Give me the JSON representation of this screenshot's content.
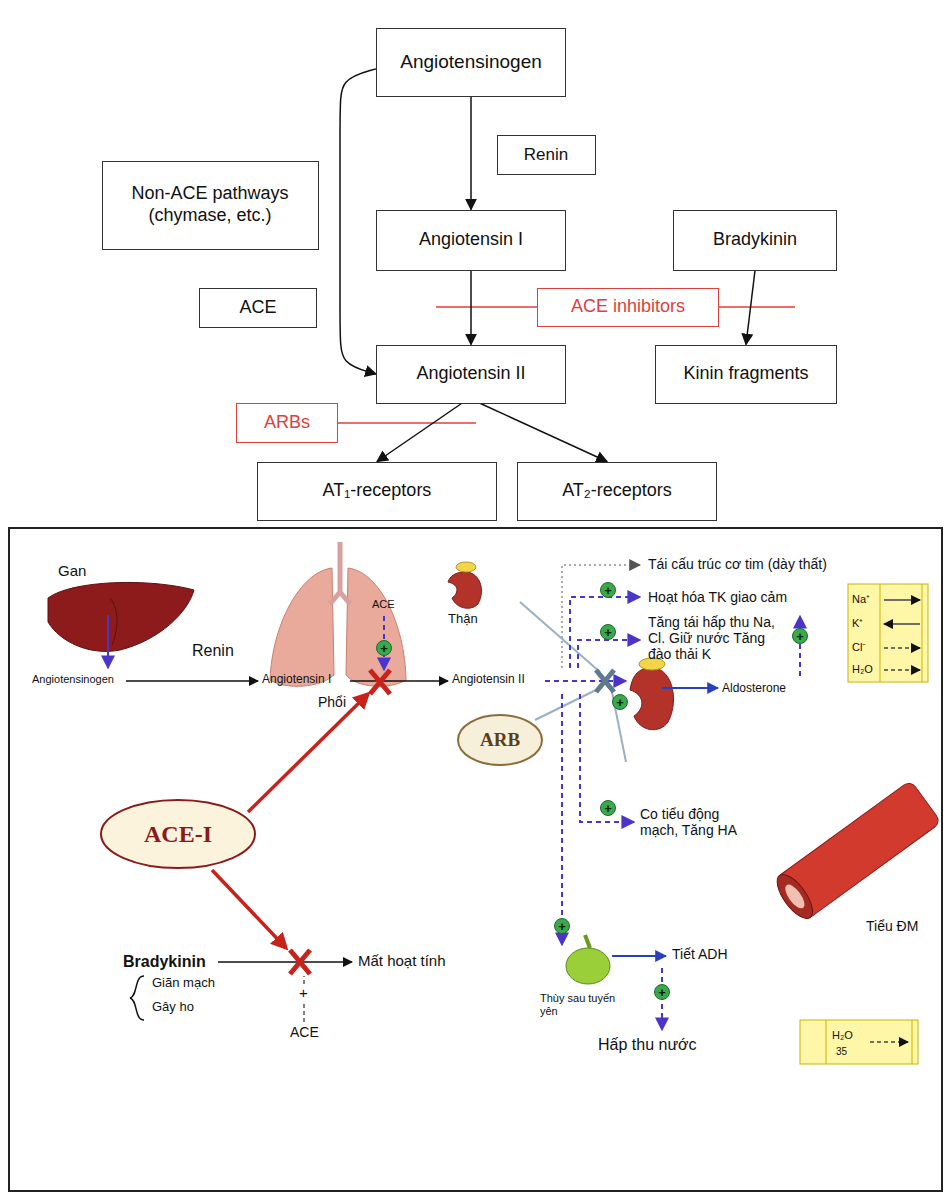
{
  "diagram": {
    "nodes": [
      {
        "text": [
          "Angiotensinogen"
        ]
      },
      {
        "text": [
          "Renin"
        ]
      },
      {
        "text": [
          "Non-ACE pathways (chymase, etc.)"
        ]
      },
      {
        "text": [
          "Angiotensin I"
        ]
      },
      {
        "text": [
          "Bradykinin"
        ]
      },
      {
        "text": [
          "ACE"
        ]
      },
      {
        "text": [
          "ACE inhibitors"
        ]
      },
      {
        "text": [
          "Angiotensin II"
        ]
      },
      {
        "text": [
          "Kinin fragments"
        ]
      },
      {
        "text": [
          "ARBs"
        ]
      },
      {
        "text": [
          "AT₁-receptors"
        ]
      },
      {
        "text": [
          "AT₂-receptors"
        ]
      },
      {
        "text": [
          "ACE-I"
        ]
      },
      {
        "text": [
          "ARB"
        ]
      }
    ],
    "edges": [
      {
        "from": 0,
        "to": 3,
        "arrow": "to"
      },
      {
        "from": 0,
        "to": 7,
        "arrow": "to"
      },
      {
        "from": 3,
        "to": 7,
        "arrow": "to"
      },
      {
        "from": 4,
        "to": 8,
        "arrow": "to"
      },
      {
        "from": 7,
        "to": 10,
        "arrow": "to"
      },
      {
        "from": 7,
        "to": 11,
        "arrow": "to"
      }
    ],
    "labels": [
      "Gan",
      "Phổi",
      "Thận",
      "Angiotensinogen",
      "Renin",
      "Angiotensin I",
      "ACE",
      "+",
      "Angiotensin II",
      "Aldosterone",
      "+",
      "Tái cấu trúc cơ tim (dày thất)",
      "+",
      "Hoạt hóa TK giao cảm",
      "+",
      "Tăng tái hấp thu Na, Cl. Giữ nước Tăng đào thải K",
      "Na⁺",
      "K⁺",
      "Cl⁻",
      "H₂O",
      "+",
      "+",
      "Co tiểu động mạch, Tăng HA",
      "Tiểu ĐM",
      "+",
      "Thùy sau tuyến yên",
      "Tiết ADH",
      "+",
      "Hấp thu nước",
      "H₂O",
      "35",
      "Bradykinin",
      "Giãn mạch",
      "Gây ho",
      "Mất hoạt tính",
      "+",
      "ACE"
    ]
  }
}
